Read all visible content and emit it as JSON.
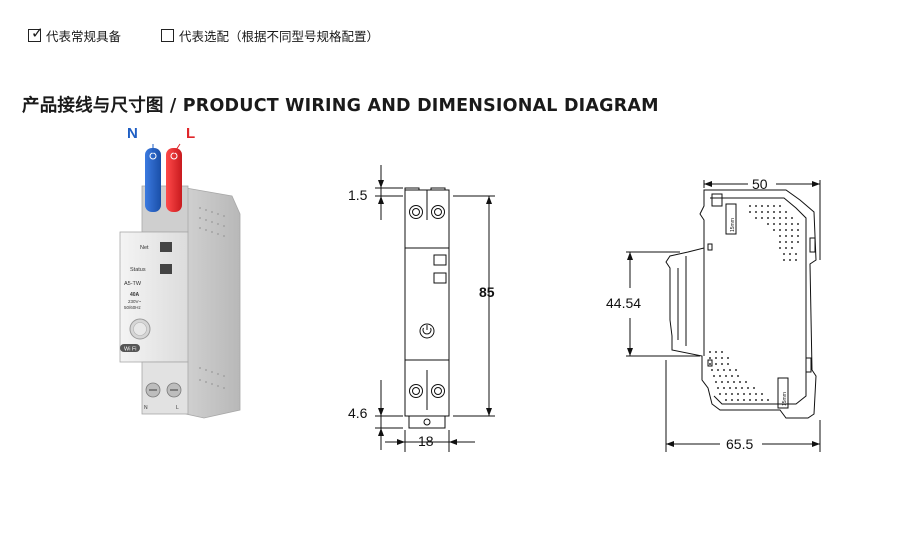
{
  "legend": {
    "standard_label": "代表常规具备",
    "optional_label": "代表选配（根据不同型号规格配置）"
  },
  "section_title": "产品接线与尺寸图 / PRODUCT WIRING AND DIMENSIONAL DIAGRAM",
  "product": {
    "terminal_n": "N",
    "terminal_l": "L",
    "led_net": "Net",
    "led_status": "Status",
    "model": "A5-TW",
    "current": "40A",
    "voltage": "230V~",
    "frequency": "50/60Hz",
    "wifi_badge": "Wi Fi",
    "bottom_n": "N",
    "bottom_l": "L"
  },
  "front_view": {
    "dim_top": "1.5",
    "dim_height": "85",
    "dim_bottom": "4.6",
    "dim_width": "18"
  },
  "side_view": {
    "dim_width": "50",
    "dim_height": "44.54",
    "dim_depth": "65.5",
    "tag_top": "15mm",
    "tag_bottom": "15mm"
  },
  "colors": {
    "neutral_wire": "#1f5fc4",
    "live_wire": "#e0262a",
    "label_n": "#1f5fc4",
    "label_l": "#e0262a"
  }
}
